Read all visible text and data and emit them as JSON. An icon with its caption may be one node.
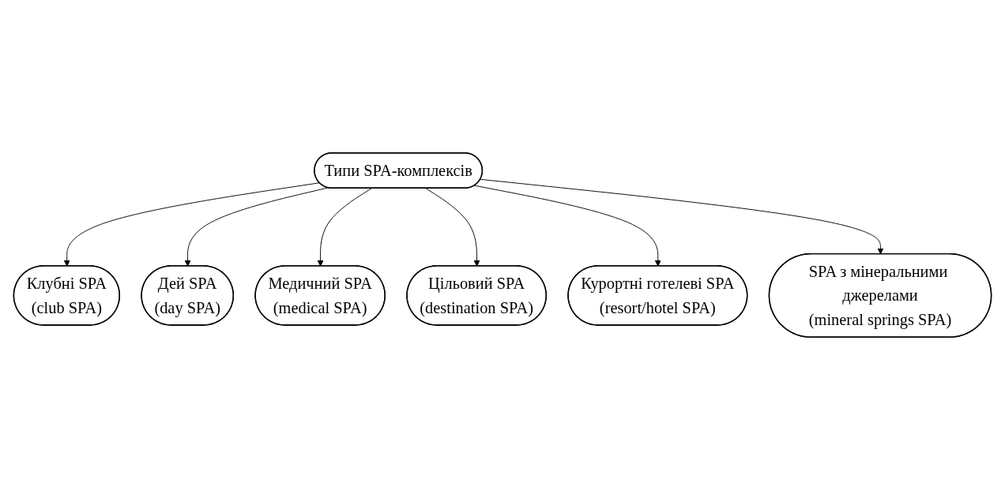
{
  "diagram": {
    "nodes": [
      {
        "text": [
          "Типи SPA-комплексів"
        ]
      },
      {
        "text": [
          "Клубні SPA",
          "(club SPA)"
        ]
      },
      {
        "text": [
          "Дей SPA",
          "(day SPA)"
        ]
      },
      {
        "text": [
          "Медичний SPA",
          "(medical SPA)"
        ]
      },
      {
        "text": [
          "Цільовий SPA",
          "(destination SPA)"
        ]
      },
      {
        "text": [
          "Курортні готелеві SPA",
          "(resort/hotel SPA)"
        ]
      },
      {
        "text": [
          "SPA з мінеральними джерелами",
          "(mineral springs SPA)"
        ]
      }
    ],
    "edges": [
      {
        "from": 0,
        "to": 1,
        "arrow": "to"
      },
      {
        "from": 0,
        "to": 2,
        "arrow": "to"
      },
      {
        "from": 0,
        "to": 3,
        "arrow": "to"
      },
      {
        "from": 0,
        "to": 4,
        "arrow": "to"
      },
      {
        "from": 0,
        "to": 5,
        "arrow": "to"
      },
      {
        "from": 0,
        "to": 6,
        "arrow": "to"
      }
    ]
  }
}
